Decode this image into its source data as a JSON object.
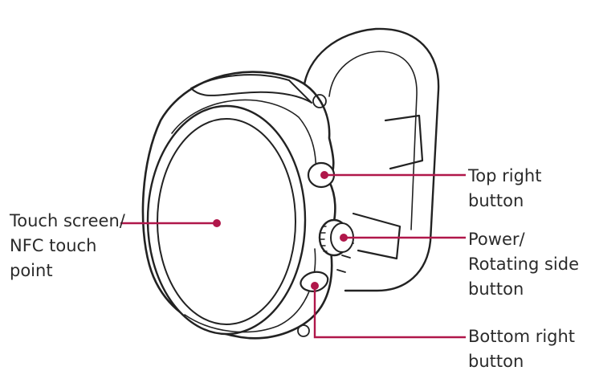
{
  "colors": {
    "callout": "#b0174a",
    "outline": "#222222",
    "text": "#2b2b2b"
  },
  "labels": {
    "touch_screen": [
      "Touch screen/",
      "NFC touch",
      "point"
    ],
    "top_right": [
      "Top right",
      "button"
    ],
    "power": [
      "Power/",
      "Rotating side",
      "button"
    ],
    "bottom_right": [
      "Bottom right",
      "button"
    ]
  }
}
